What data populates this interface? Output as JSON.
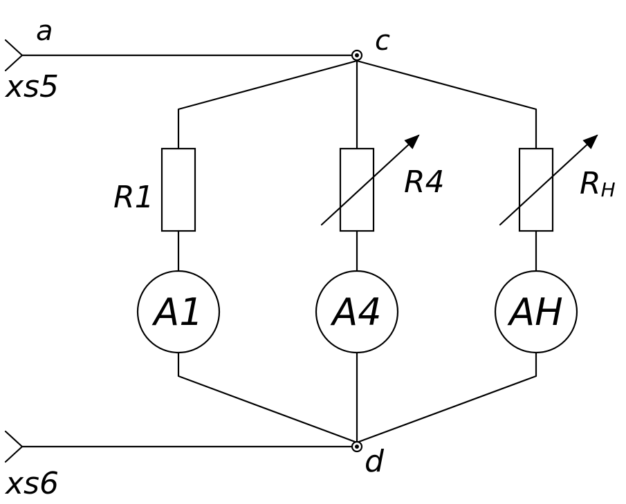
{
  "terminals": {
    "top": {
      "node_label": "a",
      "connector_label": "xs5"
    },
    "bottom": {
      "connector_label": "xs6"
    }
  },
  "nodes": {
    "top": "c",
    "bottom": "d"
  },
  "branches": [
    {
      "resistor": "R1",
      "variable": false,
      "ammeter": "A1"
    },
    {
      "resistor": "R4",
      "variable": true,
      "ammeter": "A4"
    },
    {
      "resistor_main": "R",
      "resistor_sub": "H",
      "variable": true,
      "ammeter": "AH"
    }
  ]
}
